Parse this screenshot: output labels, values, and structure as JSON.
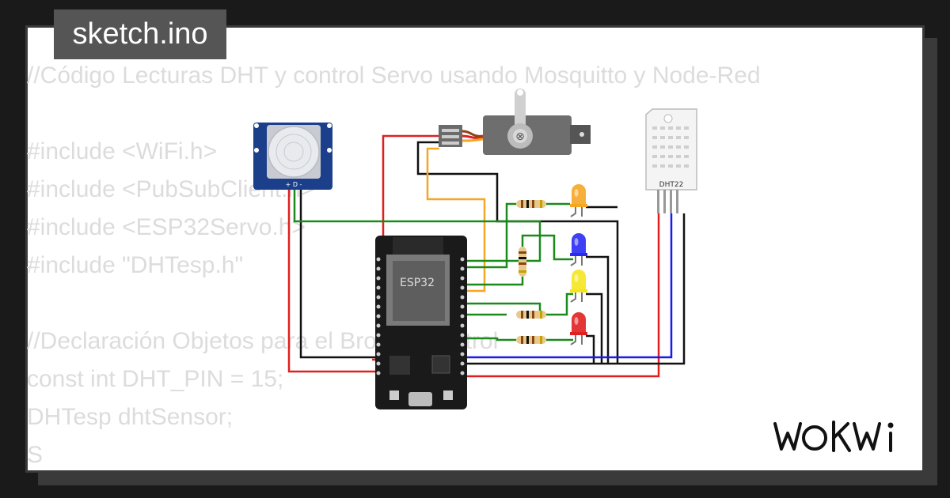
{
  "project": {
    "title": "sketch.ino"
  },
  "code_lines": [
    "//Código Lecturas DHT y control Servo usando Mosquitto y Node-Red",
    "",
    "#include <WiFi.h>",
    "#include <PubSubClient.h>",
    "#include <ESP32Servo.h>",
    "#include \"DHTesp.h\"",
    "",
    "//Declaración Objetos para el Broco y control",
    "const int DHT_PIN = 15;",
    "DHTesp dhtSensor;",
    "S"
  ],
  "diagram": {
    "esp32_label": "ESP32",
    "dht_label": "DHT22",
    "pir_pins": "+ D -",
    "led_colors": [
      "#f5a623",
      "#2a2af5",
      "#f5e51e",
      "#e02020"
    ],
    "wire_colors": {
      "power": "#e02020",
      "ground": "#111111",
      "signal": "#1a8a1a",
      "servo": "#f5a623",
      "data": "#1a1aee"
    }
  },
  "brand": {
    "logo_text": "WOKWi"
  },
  "colors": {
    "background": "#1a1a1a",
    "card": "#ffffff",
    "code_text": "#dcdcdc",
    "tag_bg": "#555555"
  }
}
